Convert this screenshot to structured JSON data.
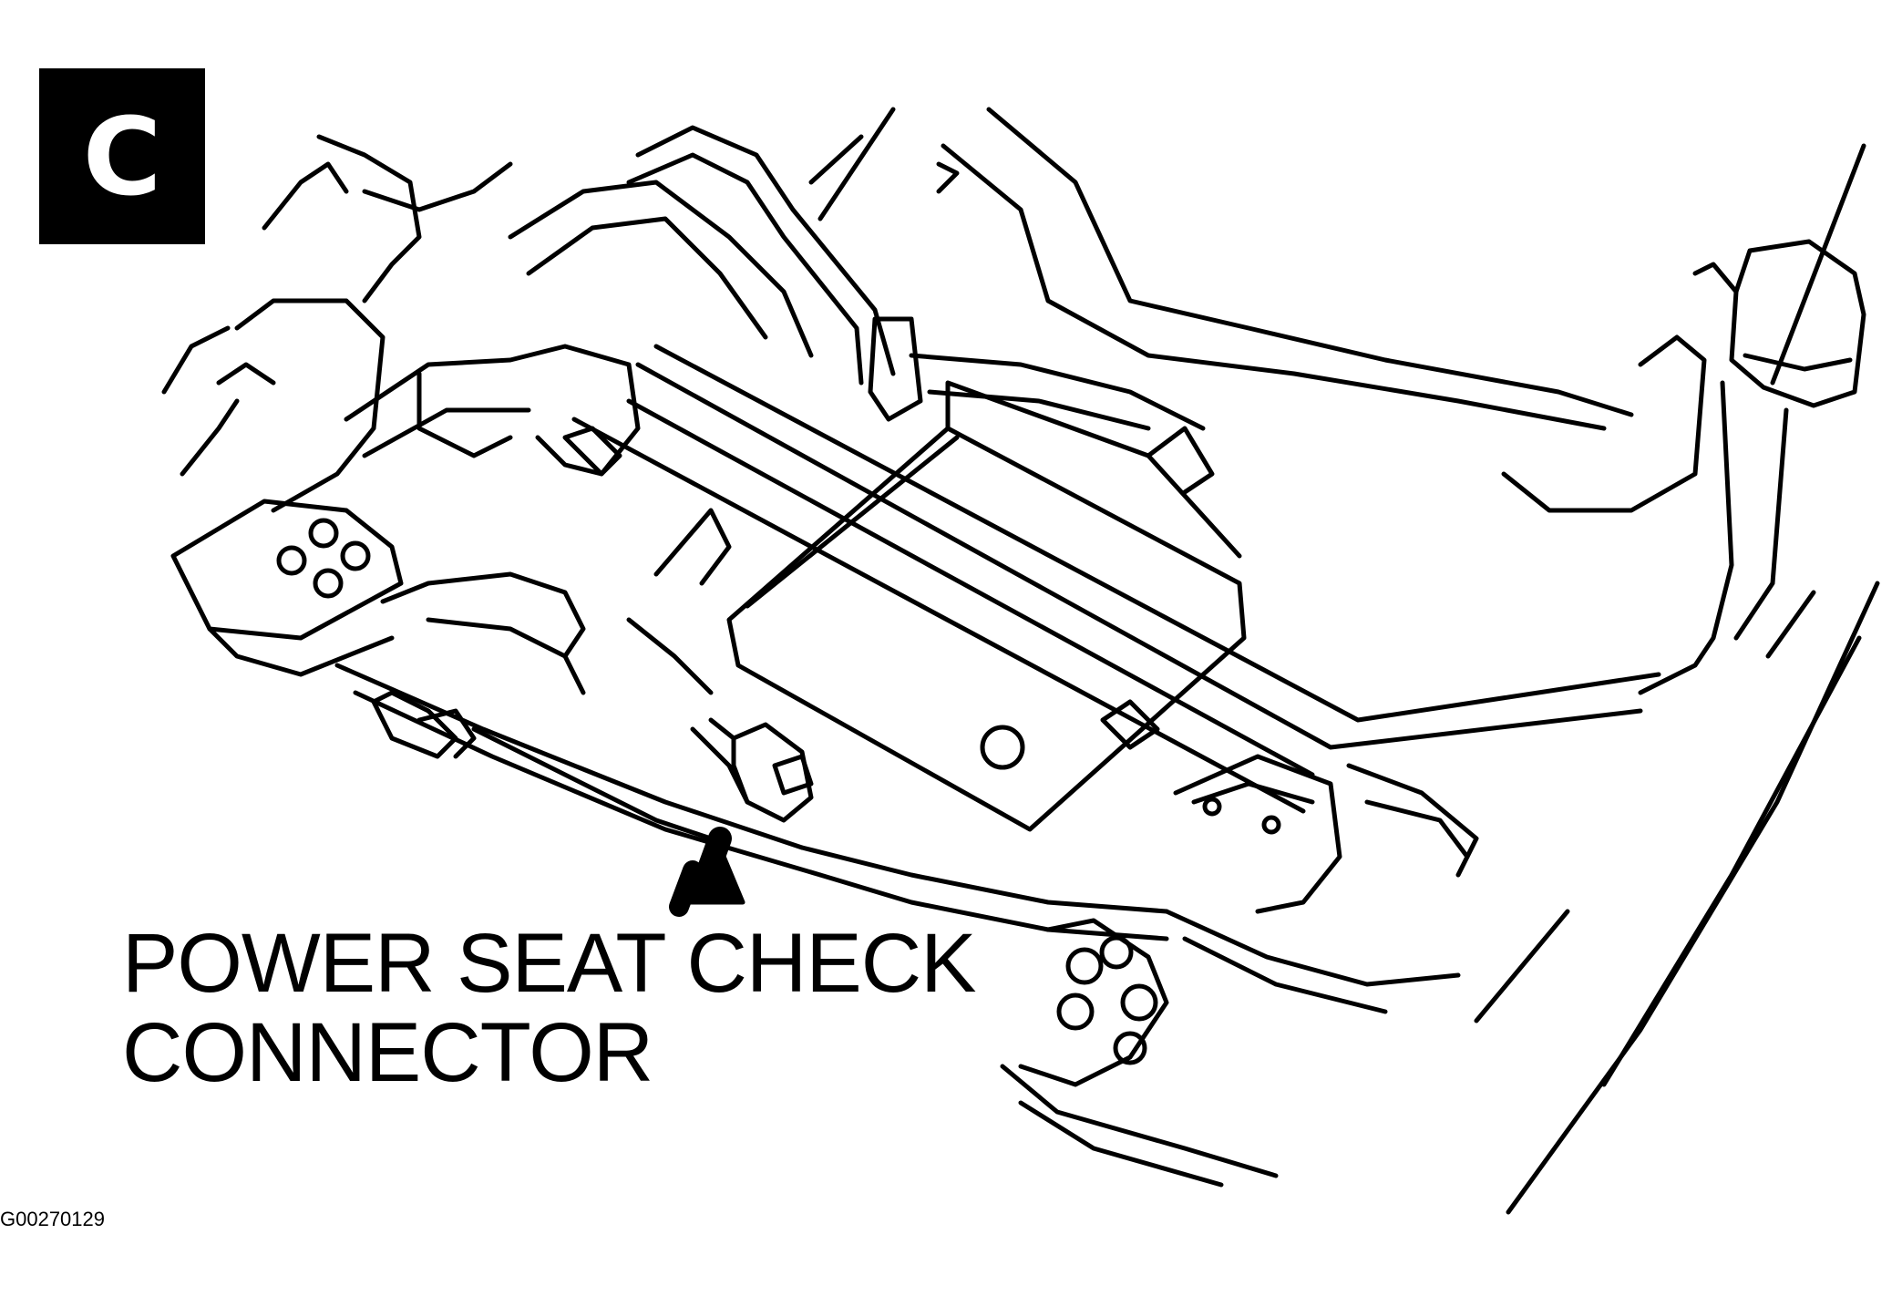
{
  "badge": {
    "letter": "C"
  },
  "callout": {
    "line1": "POWER SEAT CHECK",
    "line2": "CONNECTOR"
  },
  "figure_id": "G00270129",
  "colors": {
    "ink": "#000000",
    "paper": "#ffffff"
  },
  "icons": {
    "arrow": "arrow-up-icon"
  }
}
